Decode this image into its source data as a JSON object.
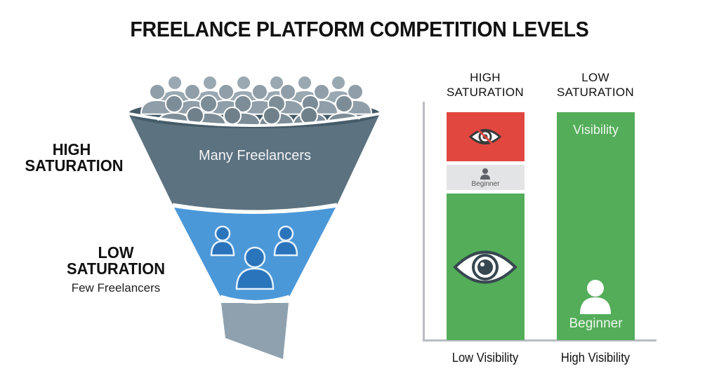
{
  "title": "FREELANCE PLATFORM COMPETITION LEVELS",
  "funnel": {
    "high_label_line1": "HIGH",
    "high_label_line2": "SATURATION",
    "low_label_line1": "LOW",
    "low_label_line2": "SATURATION",
    "low_sublabel": "Few Freelancers",
    "top_section_text": "Many Freelancers",
    "top_icon": "crowd-of-people-icon",
    "middle_icon": "three-people-icon",
    "colors": {
      "top": "#5c7280",
      "middle": "#4b98d9",
      "spout": "#8fa1ae",
      "crowd": "#8a9ba6"
    }
  },
  "comparison": {
    "columns": [
      {
        "header_line1": "HIGH",
        "header_line2": "SATURATION",
        "x_label": "Low Visibility",
        "segments": [
          {
            "color": "#e1473f",
            "icon": "eye-slash-icon"
          },
          {
            "color": "#e3e4e6",
            "icon": "person-icon",
            "label": "Beginner"
          },
          {
            "color": "#53ad59",
            "icon": "eye-icon"
          }
        ]
      },
      {
        "header_line1": "LOW",
        "header_line2": "SATURATION",
        "x_label": "High Visibility",
        "segments": [
          {
            "color": "#53ad59",
            "label": "Visibility",
            "icon": "person-icon",
            "sublabel": "Beginner"
          }
        ]
      }
    ]
  }
}
